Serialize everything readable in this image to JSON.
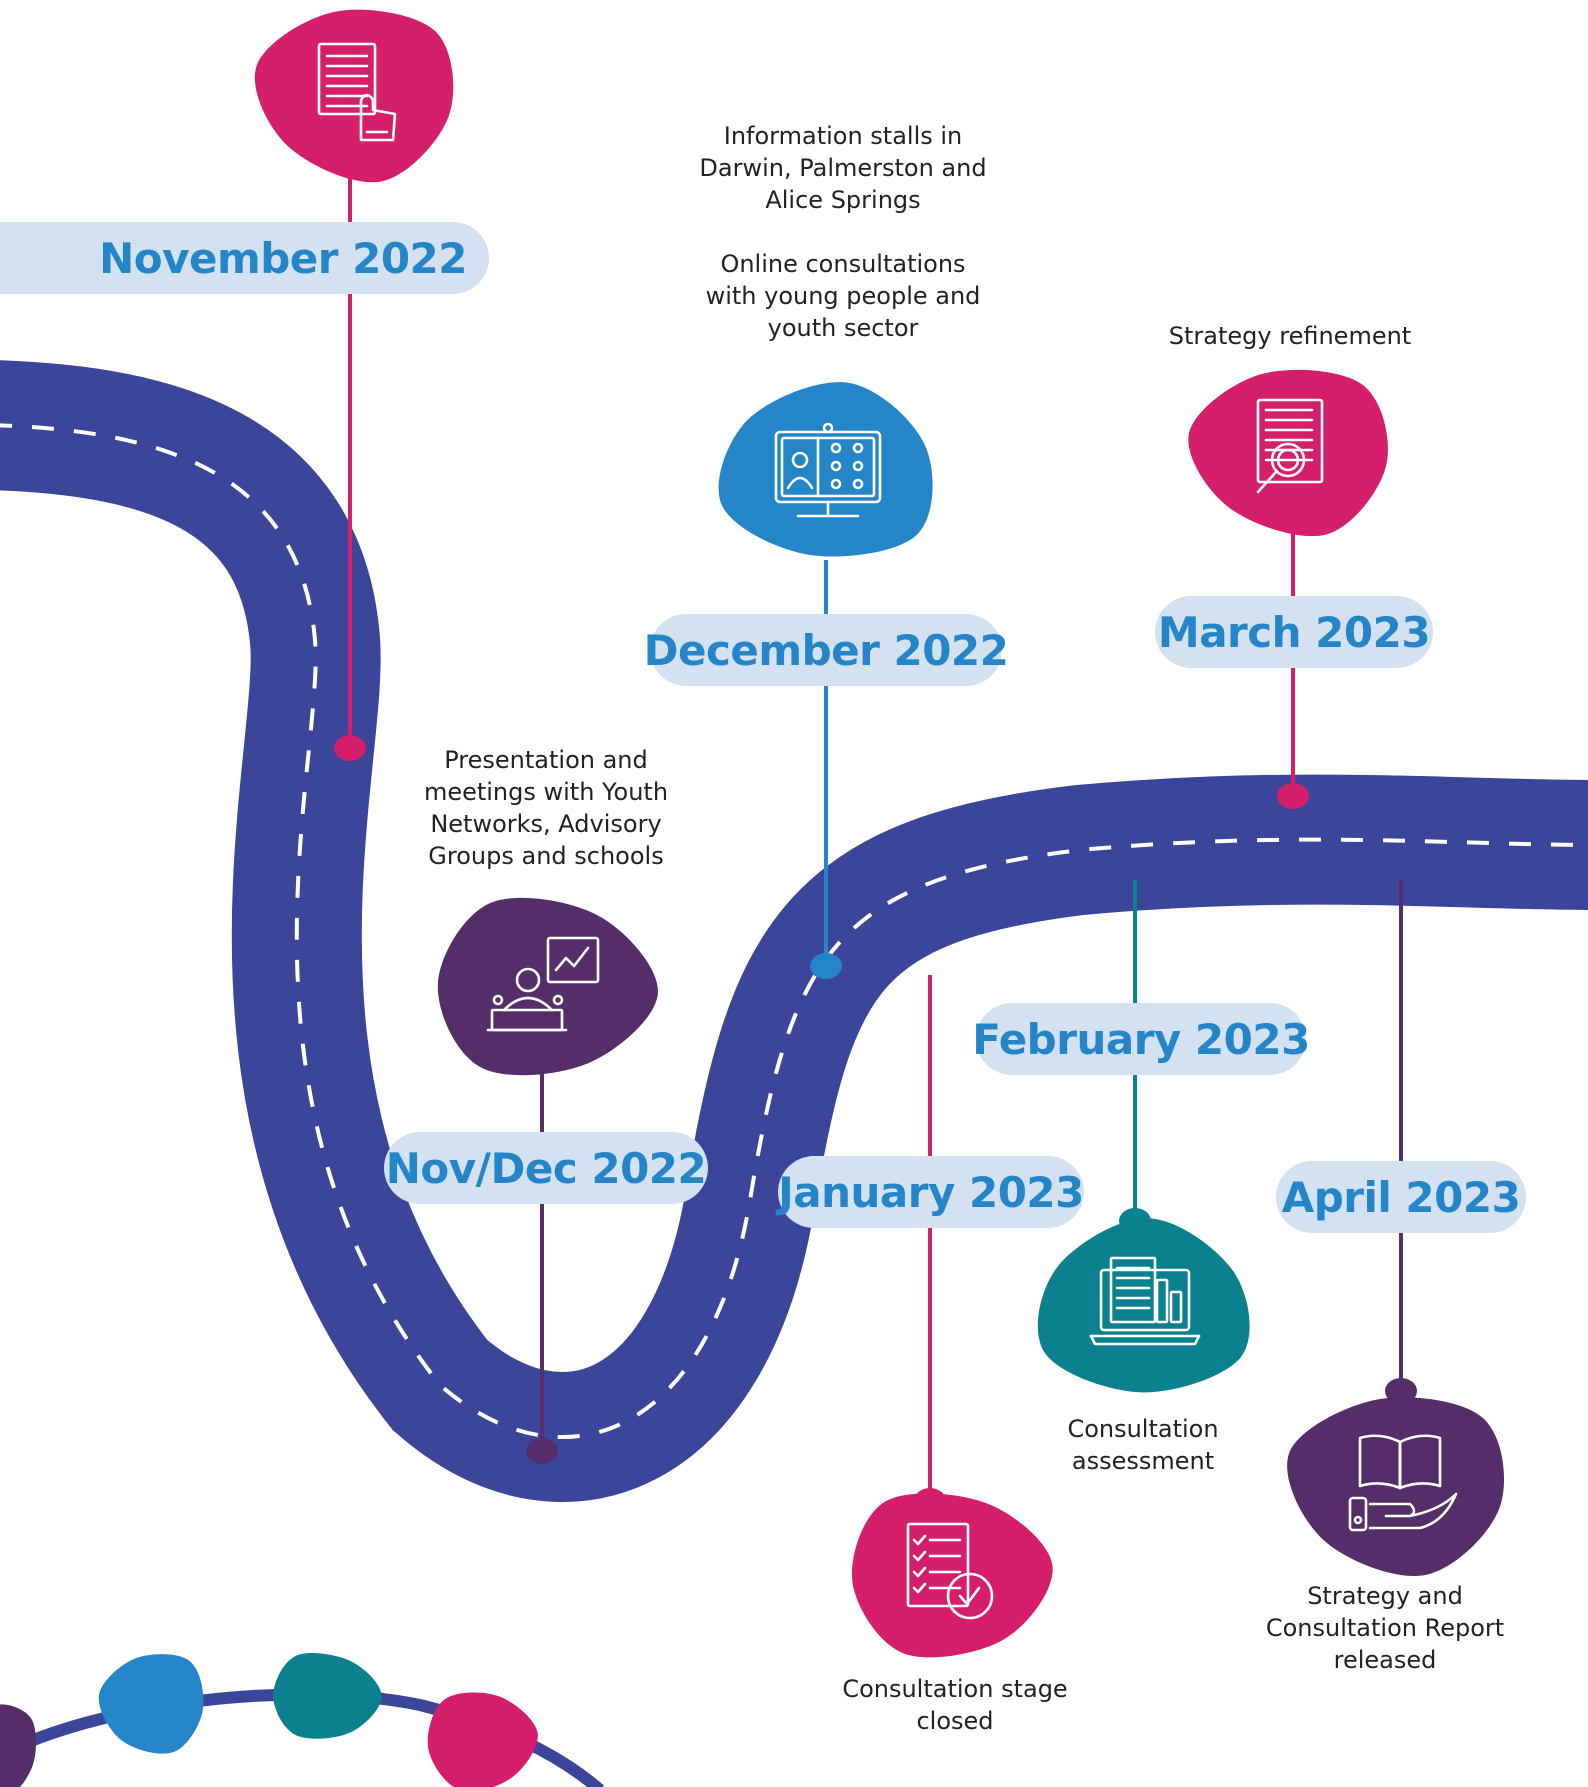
{
  "colors": {
    "road": "#3b4599",
    "road_dash": "#ffffff",
    "pill_bg": "#d3e1f1",
    "date_text": "#2486c8",
    "magenta": "#d61f6b",
    "blue": "#2486c8",
    "purple": "#552e69",
    "teal": "#0b818f"
  },
  "milestones": [
    {
      "id": "nov2022",
      "date": "November 2022",
      "color": "magenta",
      "icon": "document-hand-pointer-icon",
      "description": ""
    },
    {
      "id": "novdec2022",
      "date": "Nov/Dec 2022",
      "color": "purple",
      "icon": "presenter-chart-icon",
      "description": "Presentation and\nmeetings with Youth\nNetworks, Advisory\nGroups and schools"
    },
    {
      "id": "dec2022",
      "date": "December 2022",
      "color": "blue",
      "icon": "online-meeting-monitor-icon",
      "description": "Information stalls in\nDarwin, Palmerston and\nAlice Springs\n\nOnline consultations\nwith young people and\nyouth sector"
    },
    {
      "id": "jan2023",
      "date": "January 2023",
      "color": "magenta",
      "icon": "checklist-approved-icon",
      "description": "Consultation stage\nclosed"
    },
    {
      "id": "feb2023",
      "date": "February 2023",
      "color": "teal",
      "icon": "laptop-documents-icon",
      "description": "Consultation\nassessment"
    },
    {
      "id": "mar2023",
      "date": "March 2023",
      "color": "magenta",
      "icon": "document-search-icon",
      "description": "Strategy refinement"
    },
    {
      "id": "apr2023",
      "date": "April 2023",
      "color": "purple",
      "icon": "book-in-hand-icon",
      "description": "Strategy and\nConsultation Report\nreleased"
    }
  ],
  "decorative_blobs": [
    "purple",
    "blue",
    "teal",
    "magenta"
  ]
}
